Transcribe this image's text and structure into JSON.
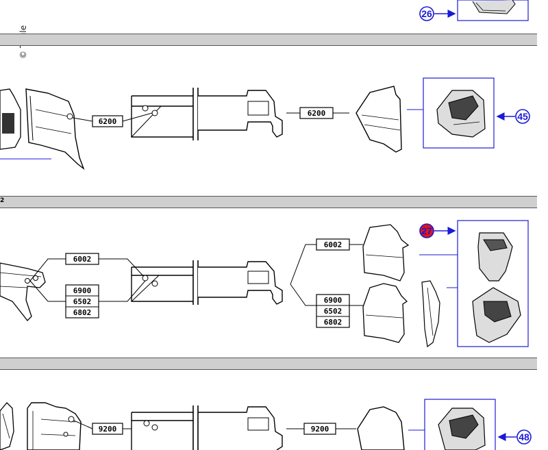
{
  "copyright": "© Thule",
  "band_labels": [
    "",
    "2",
    ""
  ],
  "callouts": {
    "top": "26",
    "row1": "45",
    "row2": "27",
    "row3": "48"
  },
  "row1": {
    "code_left": "6200",
    "code_right": "6200"
  },
  "row2": {
    "code_left_top": "6002",
    "code_left_stack": [
      "6900",
      "6502",
      "6802"
    ],
    "code_right_top": "6002",
    "code_right_stack": [
      "6900",
      "6502",
      "6802"
    ]
  },
  "row3": {
    "code_left": "9200",
    "code_right": "9200"
  },
  "colors": {
    "callout_blue": "#1a1ad6",
    "callout_red": "#e01515",
    "band_gray": "#cfcfcf"
  }
}
